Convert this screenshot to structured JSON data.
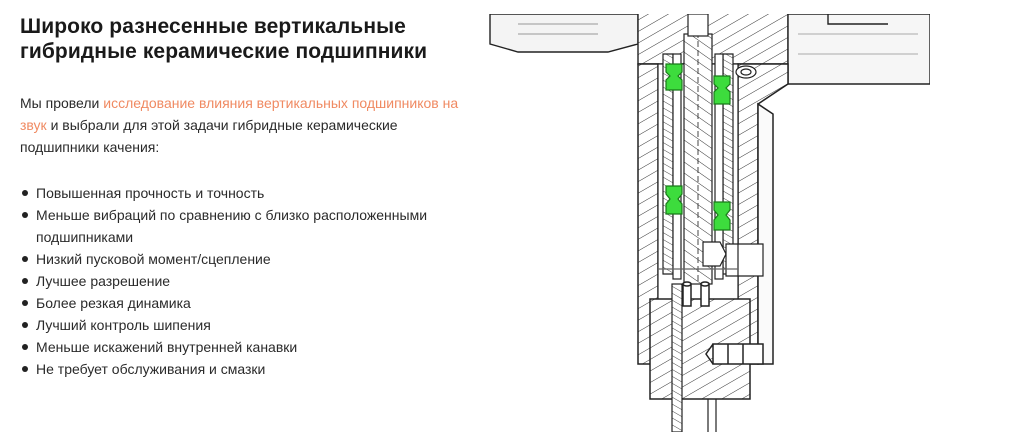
{
  "article": {
    "title_line1": "Широко разнесенные вертикальные",
    "title_line2": "гибридные керамические подшипники",
    "intro_before": "Мы провели ",
    "intro_link": "исследование влияния вертикальных подшипников на звук",
    "intro_after": " и выбрали для этой задачи гибридные керамические подшипники качения:",
    "bullets": [
      "Повышенная прочность и точность",
      "Меньше вибраций по сравнению с близко расположенными подшипниками",
      "Низкий пусковой момент/сцепление",
      "Лучшее разрешение",
      "Более резкая динамика",
      "Лучший контроль шипения",
      "Меньше искажений внутренней канавки",
      "Не требует обслуживания и смазки"
    ],
    "link_color": "#f08a62",
    "bearing_color": "#3ddc3d"
  }
}
